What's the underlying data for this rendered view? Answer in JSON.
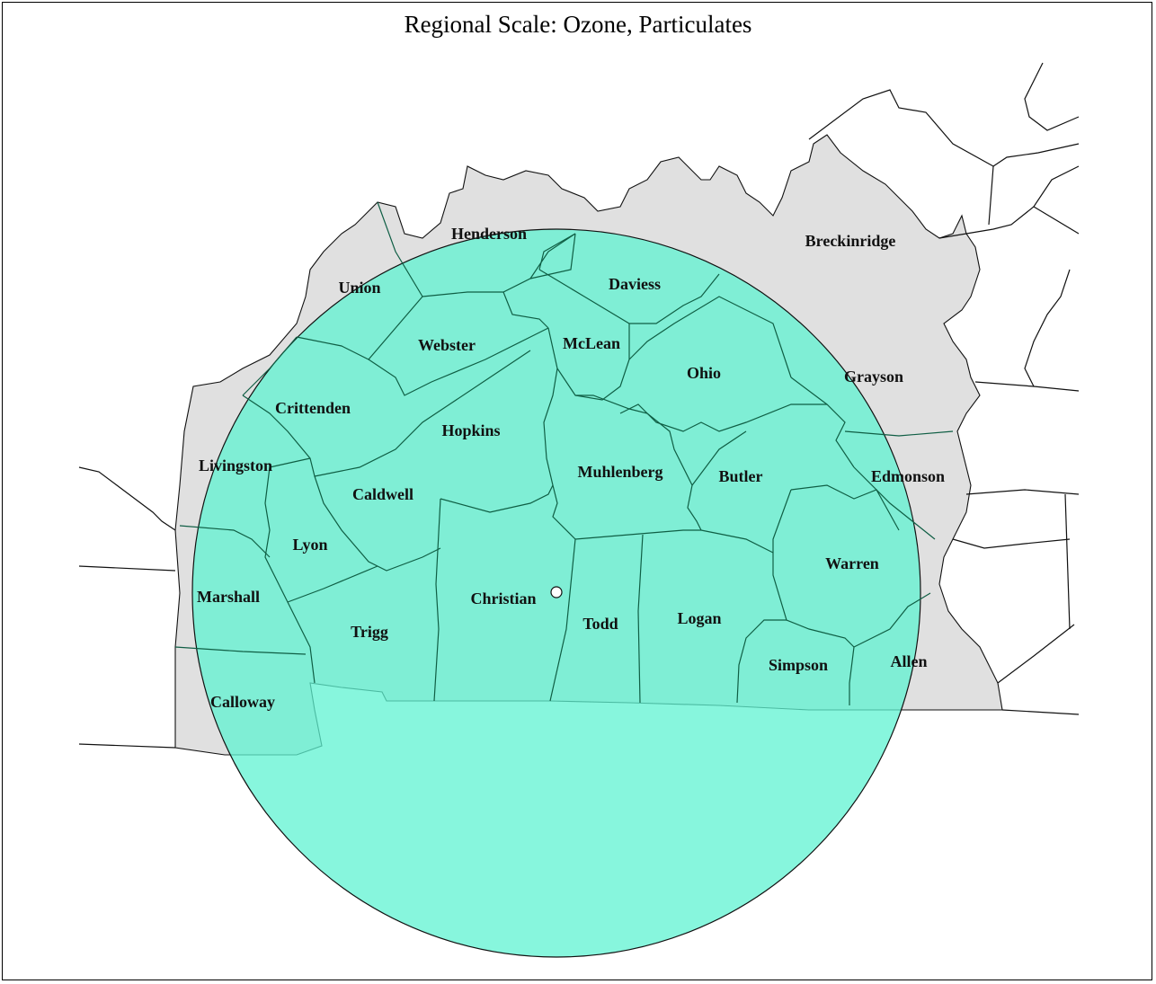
{
  "title": "Regional Scale:  Ozone, Particulates",
  "colors": {
    "buffer_fill": "#5ff3d2",
    "county_fill": "#e0e0e0",
    "outline": "#111111",
    "background": "#ffffff"
  },
  "counties": {
    "henderson": "Henderson",
    "union": "Union",
    "daviess": "Daviess",
    "breckinridge": "Breckinridge",
    "webster": "Webster",
    "mclean": "McLean",
    "ohio": "Ohio",
    "grayson": "Grayson",
    "crittenden": "Crittenden",
    "hopkins": "Hopkins",
    "livingston": "Livingston",
    "muhlenberg": "Muhlenberg",
    "butler": "Butler",
    "edmonson": "Edmonson",
    "caldwell": "Caldwell",
    "lyon": "Lyon",
    "warren": "Warren",
    "marshall": "Marshall",
    "christian": "Christian",
    "todd": "Todd",
    "logan": "Logan",
    "trigg": "Trigg",
    "simpson": "Simpson",
    "allen": "Allen",
    "calloway": "Calloway"
  }
}
